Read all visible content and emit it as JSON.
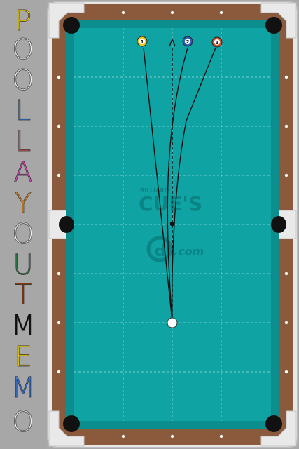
{
  "app": {
    "title_letters": [
      {
        "char": "P",
        "color": "#f5d71c"
      },
      {
        "char": "O",
        "color": "#ffffff"
      },
      {
        "char": "O",
        "color": "#ffffff"
      },
      {
        "char": "L",
        "color": "#3f7de0"
      },
      {
        "char": "L",
        "color": "#e06060"
      },
      {
        "char": "A",
        "color": "#e04fc2"
      },
      {
        "char": "Y",
        "color": "#f19a2a"
      },
      {
        "char": "O",
        "color": "#ffffff"
      },
      {
        "char": "U",
        "color": "#2f8f54"
      },
      {
        "char": "T",
        "color": "#9a4a1c"
      },
      {
        "char": "M",
        "color": "#111111"
      },
      {
        "char": "E",
        "color": "#f5d71c"
      },
      {
        "char": "M",
        "color": "#3f7de0"
      },
      {
        "char": "O",
        "color": "#ffffff"
      }
    ]
  },
  "table": {
    "cloth_color": "#0fa3a3",
    "rail_color": "#8b5a3c",
    "watermark": {
      "small_text": "BILLIARD",
      "brand_text": "CUE'S",
      "domain_text": ".com",
      "domain_logo_letter": "d"
    }
  },
  "balls": [
    {
      "label": "1",
      "color": "#f2c21b",
      "name": "ball-1"
    },
    {
      "label": "2",
      "color": "#2a5bbf",
      "name": "ball-2"
    },
    {
      "label": "3",
      "color": "#d9502b",
      "name": "ball-3"
    }
  ],
  "cue_ball": {
    "color": "#ffffff"
  }
}
